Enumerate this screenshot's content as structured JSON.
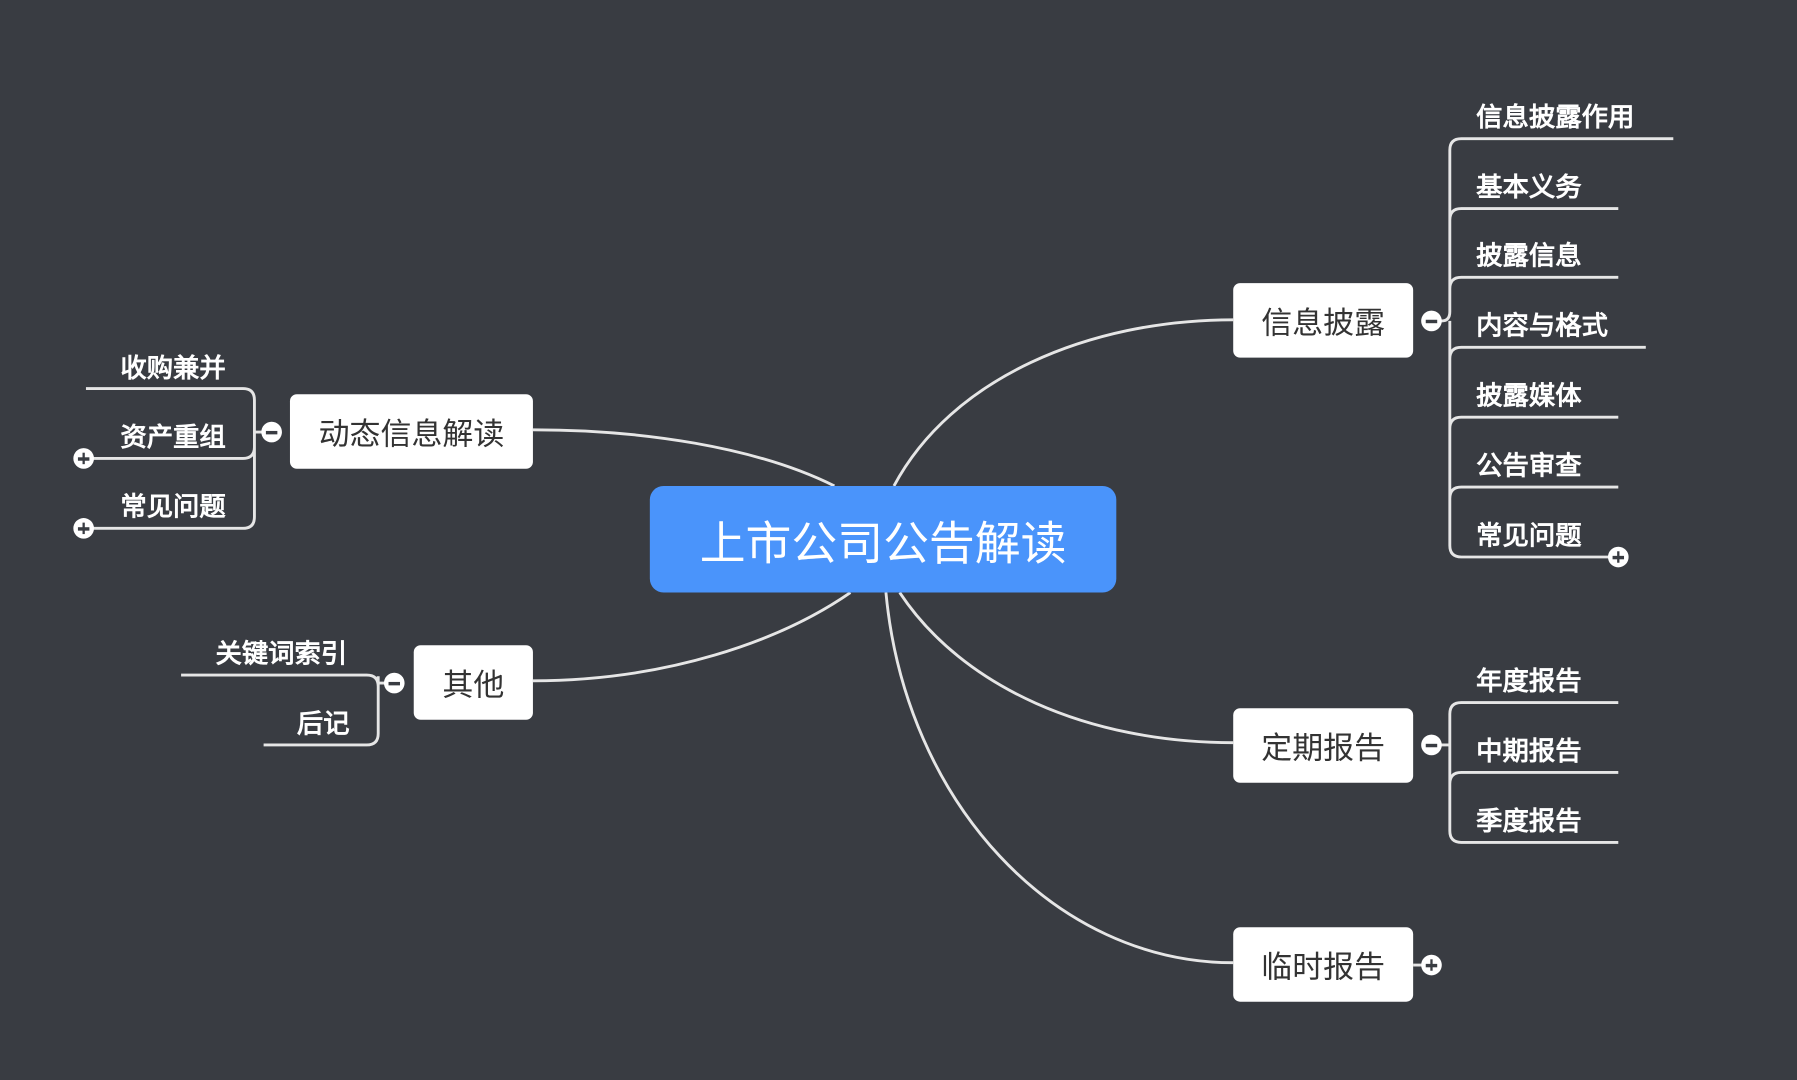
{
  "central": "上市公司公告解读",
  "topics": {
    "disclosure": {
      "label": "信息披露",
      "children": [
        "信息披露作用",
        "基本义务",
        "披露信息",
        "内容与格式",
        "披露媒体",
        "公告审查",
        "常见问题"
      ]
    },
    "dynamic": {
      "label": "动态信息解读",
      "children": [
        "收购兼并",
        "资产重组",
        "常见问题"
      ]
    },
    "other": {
      "label": "其他",
      "children": [
        "关键词索引",
        "后记"
      ]
    },
    "periodic": {
      "label": "定期报告",
      "children": [
        "年度报告",
        "中期报告",
        "季度报告"
      ]
    },
    "interim": {
      "label": "临时报告"
    }
  },
  "colors": {
    "background": "#393c42",
    "central": "#4a94fb",
    "line": "#e6e6e6"
  }
}
